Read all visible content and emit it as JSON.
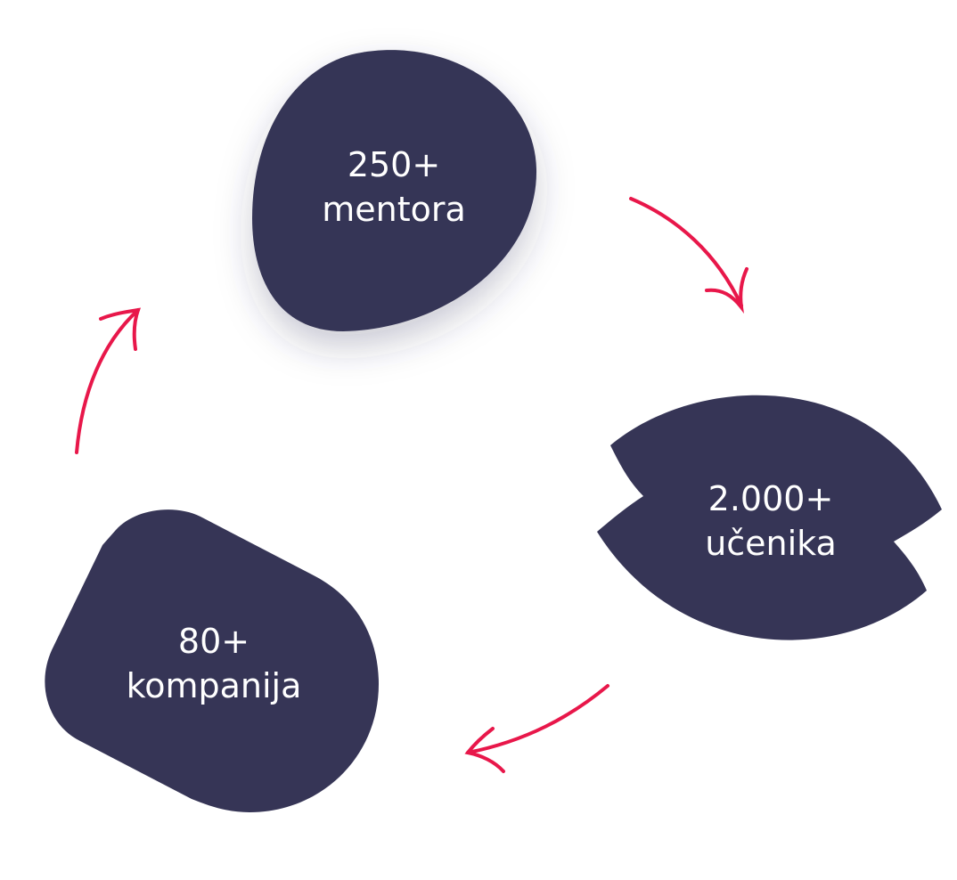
{
  "colors": {
    "shape": "#363556",
    "arrow": "#e8174a",
    "text": "#ffffff"
  },
  "stats": [
    {
      "value": "250+",
      "label": "mentora"
    },
    {
      "value": "2.000+",
      "label": "učenika"
    },
    {
      "value": "80+",
      "label": "kompanija"
    }
  ],
  "arrows": [
    "arrow-right-down",
    "arrow-down-left",
    "arrow-up"
  ]
}
